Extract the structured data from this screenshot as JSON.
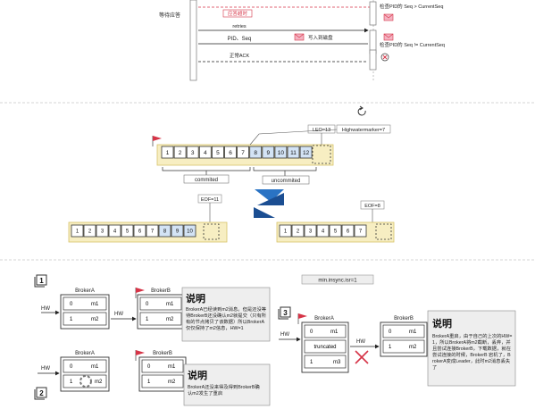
{
  "sequence": {
    "status_waiting": "等待应答",
    "timeout_label": "应答超时",
    "retries_label": "retries",
    "pid_seq_label": "PID、Seq",
    "write_disk_label": "写入到磁盘",
    "normal_ack_label": "正常ACK",
    "check_eq_label": "检查PID的 Seq > CurrentSeq",
    "check_neq_label": "检查PID的 Seq != CurrentSeq"
  },
  "log": {
    "leo_label": "LEO=13",
    "hw_label": "Highwatermarker=7",
    "cells": [
      "1",
      "2",
      "3",
      "4",
      "5",
      "6",
      "7",
      "8",
      "9",
      "10",
      "11",
      "12"
    ],
    "committed_label": "commited",
    "uncommitted_label": "uncommited",
    "follower_a": {
      "eof": "EOF=11",
      "cells": [
        "1",
        "2",
        "3",
        "4",
        "5",
        "6",
        "7",
        "8",
        "9",
        "10"
      ]
    },
    "follower_b": {
      "eof": "EOF=8",
      "cells": [
        "1",
        "2",
        "3",
        "4",
        "5",
        "6",
        "7"
      ]
    }
  },
  "min_isr_label": "min.insync.isr=1",
  "step1": {
    "number": "1",
    "hw": "HW",
    "broker_a": "BrokerA",
    "broker_b": "BrokerB",
    "a_rows": [
      [
        "0",
        "m1"
      ],
      [
        "1",
        "m2"
      ]
    ],
    "b_rows": [
      [
        "0",
        "m1"
      ],
      [
        "1",
        "m2"
      ]
    ],
    "note_title": "说明",
    "note_text": "BrokerA已经读到m2消息。但是还没等待BrokerB还没确认m2就提交（只有所有的节点拷贝了该数据）所以BrokerA仅仅保持了m2信息，HW=1"
  },
  "step2": {
    "number": "2",
    "hw": "HW",
    "broker_a": "BrokerA",
    "broker_b": "BrokerB",
    "a_rows": [
      [
        "0",
        "m1"
      ],
      [
        "1",
        "m2"
      ]
    ],
    "b_rows": [
      [
        "0",
        "m1"
      ],
      [
        "1",
        "m2"
      ]
    ],
    "note_title": "说明",
    "note_text": "BrokerA还没来得及得到BrokerB确认m2发生了重启"
  },
  "step3": {
    "number": "3",
    "hw": "HW",
    "broker_a": "BrokerA",
    "broker_b": "BrokerB",
    "a_rows": [
      [
        "0",
        "m1"
      ],
      [
        "",
        "truncated"
      ],
      [
        "1",
        "m3"
      ]
    ],
    "b_rows": [
      [
        "0",
        "m1"
      ],
      [
        "1",
        "m2"
      ]
    ],
    "note_title": "说明",
    "note_text": "BrokerA重启，由于自己的上次的HW=1，所以BrokerA将m2截断，丢弃，并且尝试连接BrokerB，下载数据，就在尝试连接的时候，BrokerB 宕机了，BrokerA变成Leader，此时m2消息丢失了"
  }
}
